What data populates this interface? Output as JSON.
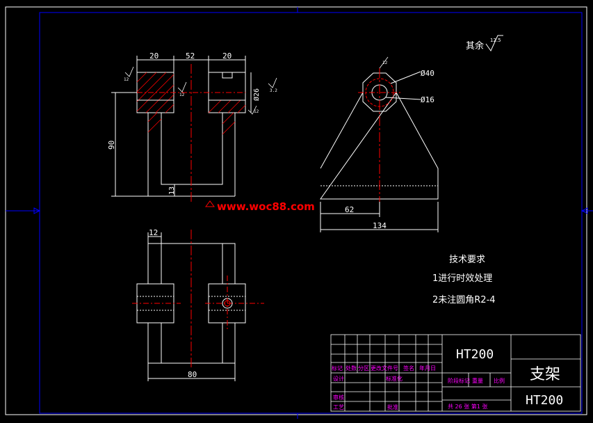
{
  "colors": {
    "background": "#000000",
    "frame": "#ffffff",
    "border": "#0000ff",
    "geometry": "#ffffff",
    "centerline": "#ff0000",
    "hatch": "#ff0000",
    "dimension": "#ffffff",
    "title_block_label": "#ff00ff",
    "watermark": "#ff0000"
  },
  "surface_note": {
    "label": "其余",
    "roughness": "12.5"
  },
  "front_view": {
    "dims": {
      "left_width": "20",
      "center_gap": "52",
      "right_width": "20",
      "height": "90",
      "bottom_thickness": "13",
      "boss_diameter": "Ø26"
    },
    "roughness_marks": [
      "12",
      "12",
      "3.2",
      "12"
    ]
  },
  "side_view": {
    "dims": {
      "outer_diameter": "Ø40",
      "inner_diameter": "Ø16",
      "half_width": "62",
      "total_width": "134"
    },
    "roughness_top": "12"
  },
  "top_view": {
    "dims": {
      "wall": "12",
      "width": "80"
    }
  },
  "watermark": "www.woc88.com",
  "tech_requirements": {
    "title": "技术要求",
    "items": [
      "1进行时效处理",
      "2未注圆角R2-4"
    ]
  },
  "title_block": {
    "material": "HT200",
    "part_name": "支架",
    "material_repeat": "HT200",
    "labels": {
      "mark": "标记",
      "count": "处数",
      "zone": "分区",
      "change_doc": "更改文件号",
      "sign": "签名",
      "date": "年月日",
      "design": "设计",
      "standardize": "标准化",
      "stage_mark": "阶段标记",
      "weight": "重量",
      "scale": "比例",
      "review": "审核",
      "process": "工艺",
      "approve": "批准",
      "sheets": "共 26 张 第1 张"
    }
  }
}
